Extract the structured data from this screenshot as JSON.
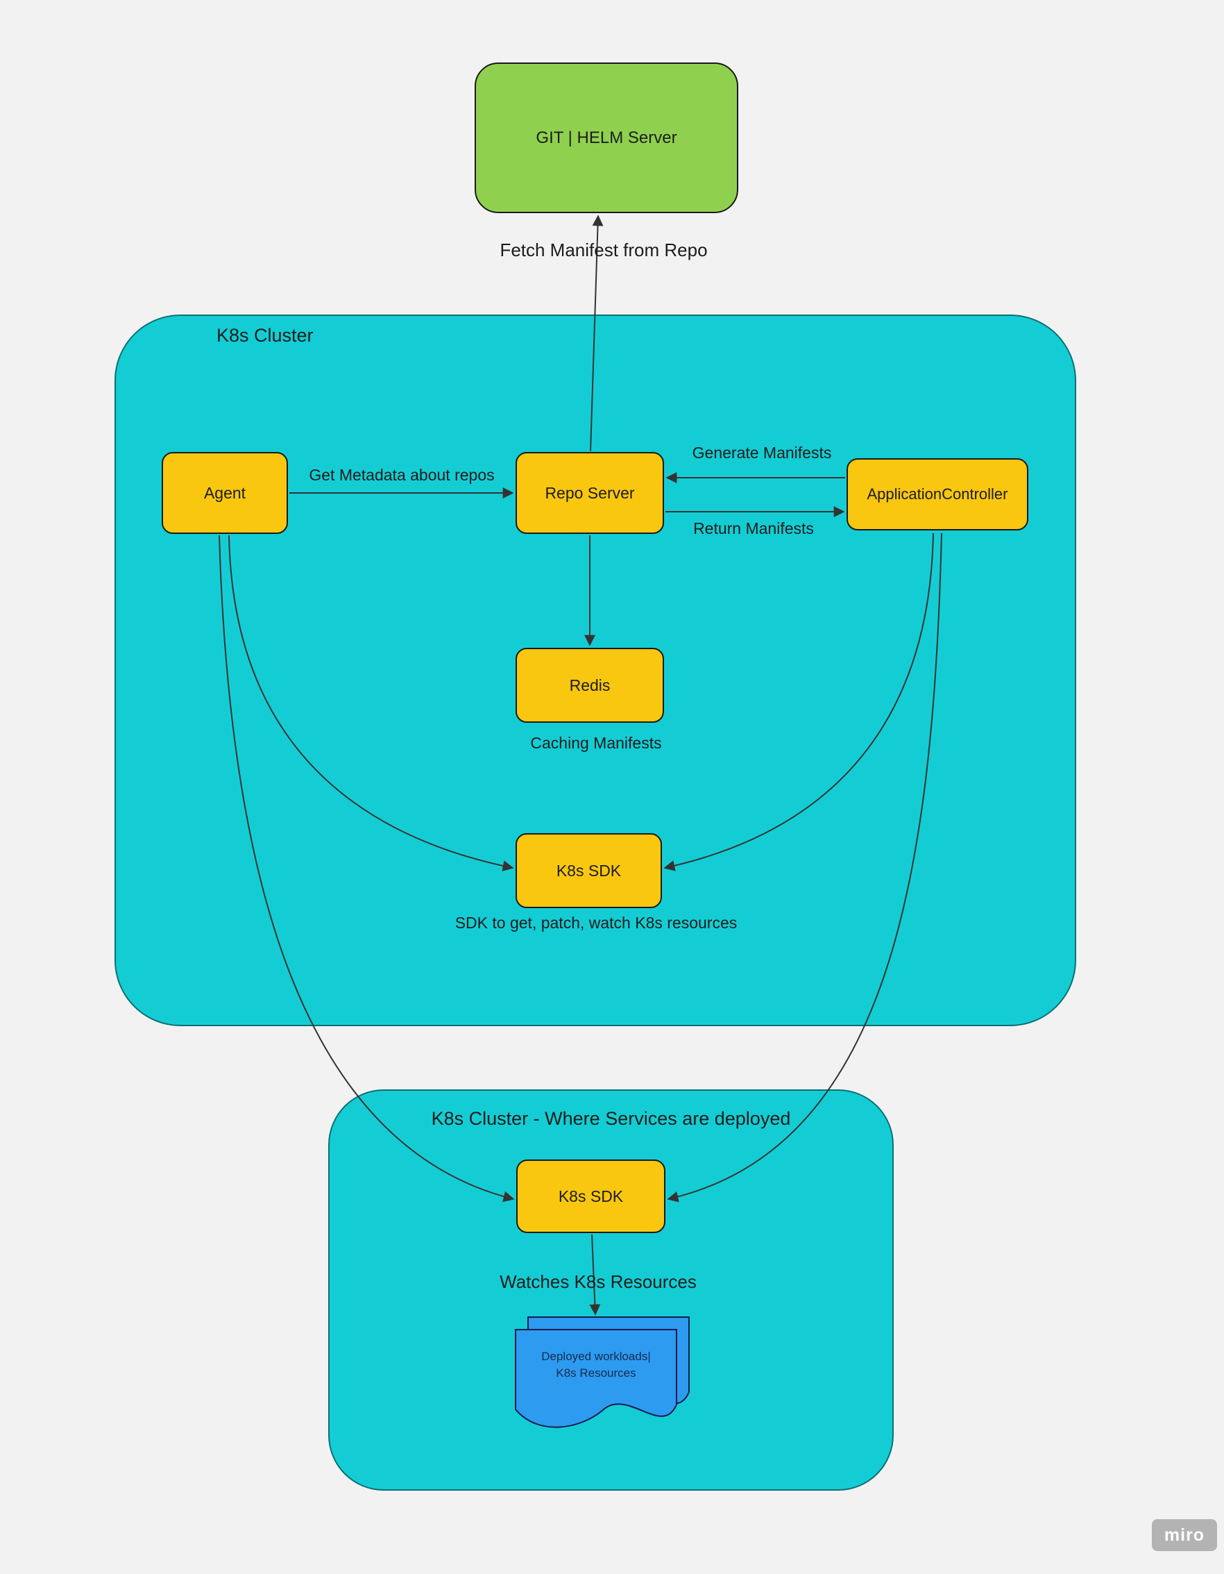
{
  "diagram": {
    "containers": {
      "k8s_cluster": {
        "label": "K8s Cluster"
      },
      "k8s_cluster_deploy": {
        "label": "K8s Cluster - Where Services are deployed"
      }
    },
    "nodes": {
      "git_helm_server": {
        "label": "GIT | HELM Server"
      },
      "agent": {
        "label": "Agent"
      },
      "repo_server": {
        "label": "Repo Server"
      },
      "application_controller": {
        "label": "ApplicationController"
      },
      "redis": {
        "label": "Redis"
      },
      "k8s_sdk_main": {
        "label": "K8s SDK"
      },
      "k8s_sdk_deploy": {
        "label": "K8s SDK"
      },
      "deployed_workloads": {
        "line1": "Deployed workloads|",
        "line2": "K8s Resources"
      }
    },
    "edge_labels": {
      "fetch_manifest": "Fetch Manifest from Repo",
      "get_metadata": "Get Metadata about repos",
      "generate_manifests": "Generate Manifests",
      "return_manifests": "Return Manifests",
      "caching_manifests": "Caching Manifests",
      "sdk_caption": "SDK to get, patch, watch K8s resources",
      "watches_resources": "Watches K8s Resources"
    },
    "colors": {
      "background": "#f2f2f2",
      "cluster_fill": "#14cdd4",
      "node_yellow": "#fac710",
      "node_green": "#8fd14f",
      "doc_blue": "#2d9bf0",
      "line": "#333333"
    },
    "watermark": "miro"
  }
}
